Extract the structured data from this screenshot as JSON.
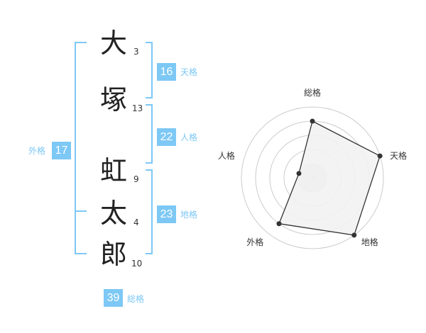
{
  "colors": {
    "accent": "#7dc8f5",
    "bracket": "#7dc8f5",
    "label_text": "#7dc8f5",
    "char_text": "#222222",
    "radar_grid": "#cccccc",
    "radar_fill": "#f2f2f2",
    "radar_stroke": "#333333"
  },
  "name": {
    "chars": [
      {
        "char": "大",
        "strokes": "3"
      },
      {
        "char": "塚",
        "strokes": "13"
      },
      {
        "char": "虹",
        "strokes": "9"
      },
      {
        "char": "太",
        "strokes": "4"
      },
      {
        "char": "郎",
        "strokes": "10"
      }
    ]
  },
  "fortunes": {
    "tenkaku": {
      "value": "16",
      "label": "天格"
    },
    "jinkaku": {
      "value": "22",
      "label": "人格"
    },
    "chikaku": {
      "value": "23",
      "label": "地格"
    },
    "gaikaku": {
      "value": "17",
      "label": "外格"
    },
    "soukaku": {
      "value": "39",
      "label": "総格"
    }
  },
  "chart_data": {
    "type": "radar",
    "axes": [
      "総格",
      "天格",
      "地格",
      "外格",
      "人格"
    ],
    "rings": 5,
    "values": [
      4,
      5,
      5,
      4,
      1
    ],
    "max": 5
  }
}
